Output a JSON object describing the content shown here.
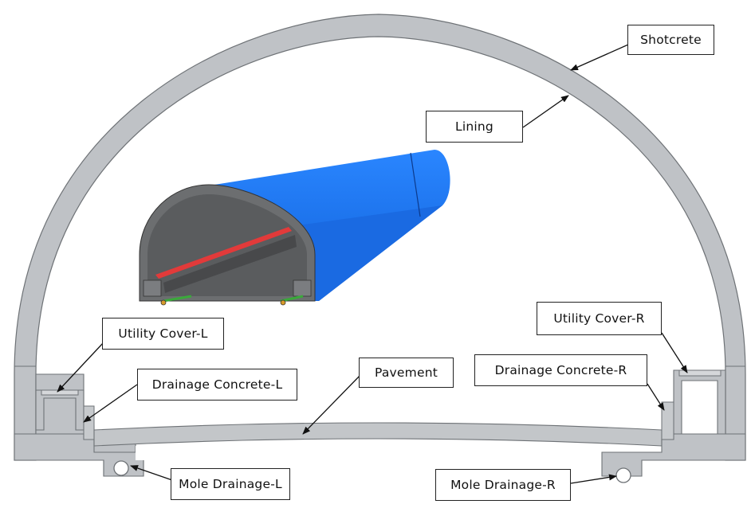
{
  "colors": {
    "structure_fill": "#bfc2c6",
    "structure_stroke": "#6e7276",
    "tube_blue": "#1a73f0",
    "tube_cut_face": "#6c6e70",
    "tube_inner_dark": "#55585a",
    "rail_red": "#e23a3a",
    "drain_green": "#3aa93a",
    "arrow": "#111111"
  },
  "labels": {
    "shotcrete": "Shotcrete",
    "lining": "Lining",
    "utility_cover_l": "Utility Cover-L",
    "utility_cover_r": "Utility Cover-R",
    "drainage_concrete_l": "Drainage Concrete-L",
    "drainage_concrete_r": "Drainage Concrete-R",
    "pavement": "Pavement",
    "mole_drainage_l": "Mole Drainage-L",
    "mole_drainage_r": "Mole Drainage-R"
  }
}
